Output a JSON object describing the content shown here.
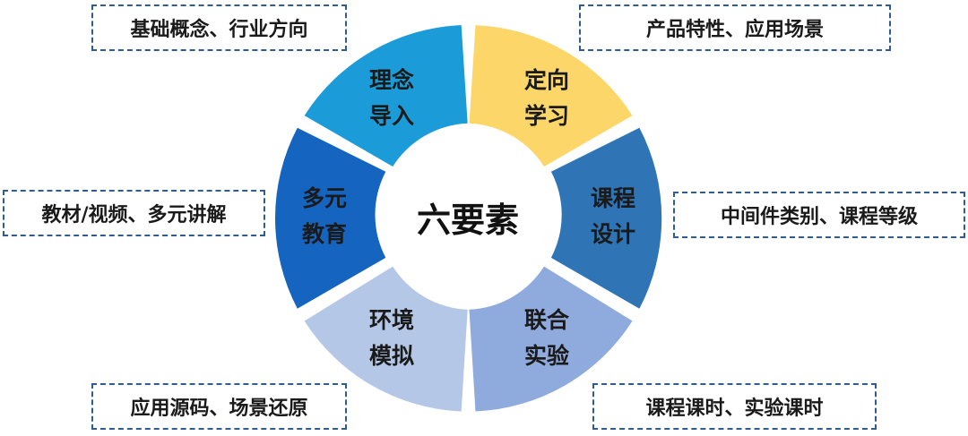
{
  "center": {
    "label": "六要素"
  },
  "segments": [
    {
      "id": "concept",
      "line1": "理念",
      "line2": "导入",
      "color": "#1b9bd7"
    },
    {
      "id": "directed",
      "line1": "定向",
      "line2": "学习",
      "color": "#fcd668"
    },
    {
      "id": "course",
      "line1": "课程",
      "line2": "设计",
      "color": "#2f74b5"
    },
    {
      "id": "joint",
      "line1": "联合",
      "line2": "实验",
      "color": "#8faadc"
    },
    {
      "id": "env",
      "line1": "环境",
      "line2": "模拟",
      "color": "#b4c7e7"
    },
    {
      "id": "multi",
      "line1": "多元",
      "line2": "教育",
      "color": "#1565c0"
    }
  ],
  "callouts": {
    "top_left": "基础概念、行业方向",
    "top_right": "产品特性、应用场景",
    "mid_left": "教材/视频、多元讲解",
    "mid_right": "中间件类别、课程等级",
    "bottom_left": "应用源码、场景还原",
    "bottom_right": "课程课时、实验课时"
  }
}
